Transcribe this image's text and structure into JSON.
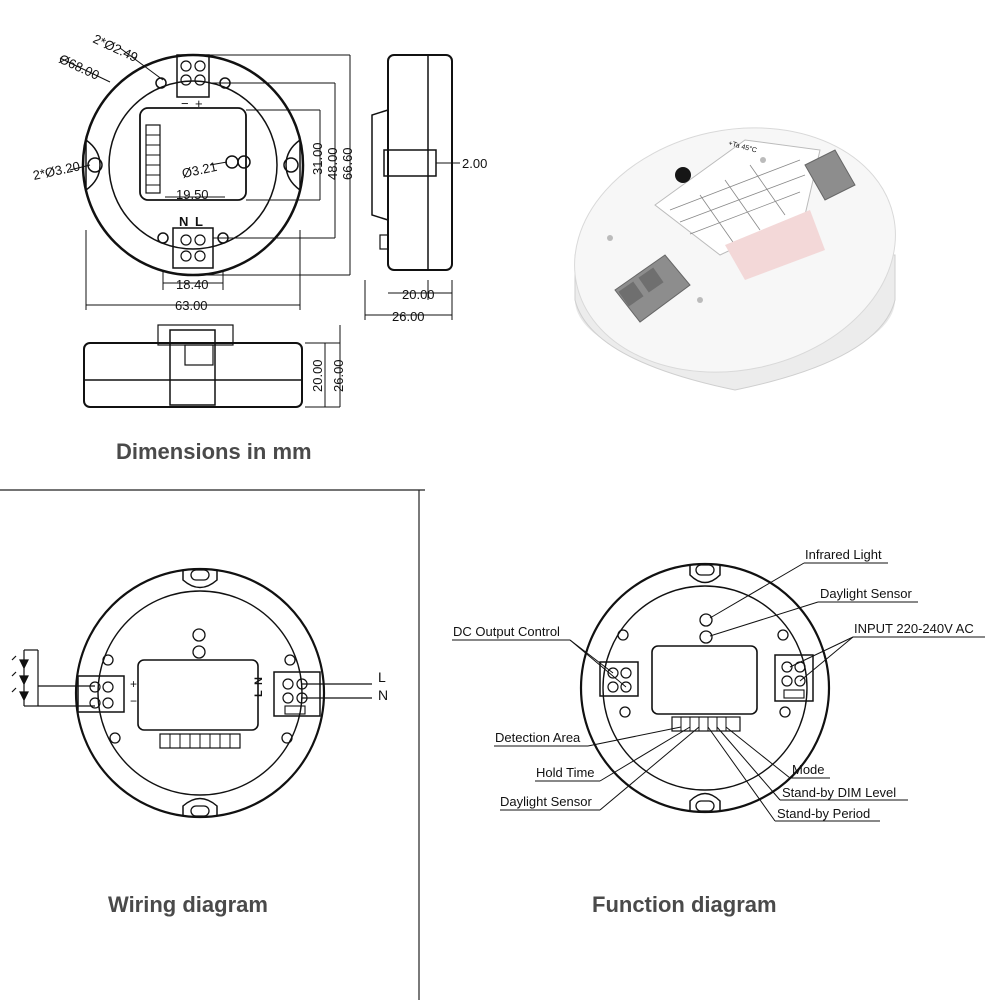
{
  "dimensions": {
    "caption": "Dimensions in mm",
    "labels": {
      "hole_small": "2*Ø2.49",
      "outer_dia": "Ø68.00",
      "hole_large": "2*Ø3.20",
      "sensor_dia": "Ø3.21",
      "width_19": "19.50",
      "width_18": "18.40",
      "width_63": "63.00",
      "h31": "31.00",
      "h48": "48.00",
      "h66": "66.60",
      "side_2": "2.00",
      "side_20": "20.00",
      "side_26": "26.00",
      "bottom_20": "20.00",
      "bottom_26": "26.00",
      "term_minus": "−",
      "term_plus": "+",
      "term_n": "N",
      "term_l": "L"
    }
  },
  "photo": {
    "label_ta": "+Ta 45°C"
  },
  "wiring": {
    "caption": "Wiring diagram",
    "line_l": "L",
    "line_n": "N",
    "term_n": "N",
    "term_l": "L",
    "term_minus": "−",
    "term_plus": "+"
  },
  "function": {
    "caption": "Function diagram",
    "callouts": {
      "infrared": "Infrared Light",
      "daylight_top": "Daylight Sensor",
      "dc_output": "DC Output Control",
      "input": "INPUT 220-240V AC",
      "detection": "Detection Area",
      "hold": "Hold Time",
      "daylight_bottom": "Daylight Sensor",
      "mode": "Mode",
      "standby_dim": "Stand-by DIM Level",
      "standby_period": "Stand-by Period"
    }
  }
}
